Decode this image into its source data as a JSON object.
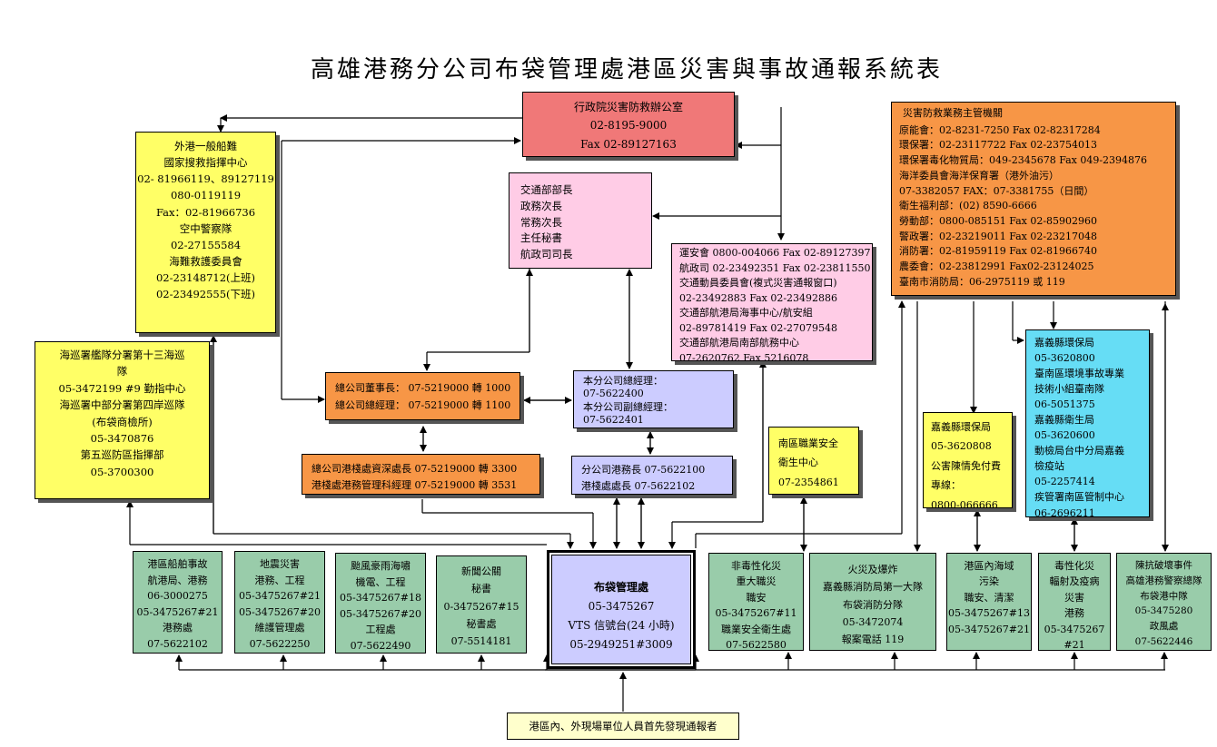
{
  "title": "高雄港務分公司布袋管理處港區災害與事故通報系統表",
  "exec": [
    "行政院災害防救辦公室",
    "02-8195-9000",
    "Fax 02-89127163"
  ],
  "motc_titles": [
    [
      "交",
      "通",
      "部",
      "部",
      "長"
    ],
    [
      "政",
      "務",
      "次",
      "長"
    ],
    [
      "常",
      "務",
      "次",
      "長"
    ],
    [
      "主",
      "任",
      "秘",
      "書"
    ],
    [
      "航",
      "政",
      "司",
      "司",
      "長"
    ]
  ],
  "rescue": [
    "外港一般船難",
    "國家搜救指揮中心",
    "02- 81966119、89127119",
    "080-0119119",
    "Fax：02-81966736",
    "空中警察隊",
    "02-27155584",
    "海難救護委員會",
    "02-23148712(上班)",
    "02-23492555(下班)"
  ],
  "coast": [
    "海巡署艦隊分署第十三海巡",
    "隊",
    "05-3472199 #9 勤指中心",
    "海巡署中部分署第四岸巡隊",
    "(布袋商檢所)",
    "05-3470876",
    "第五巡防區指揮部",
    "05-3700300"
  ],
  "agencies_header": [
    "災",
    "害",
    "防",
    "救",
    "業",
    "務",
    "主",
    "管",
    "機",
    "關"
  ],
  "agencies": [
    "原能會：02-8231-7250   Fax 02-82317284",
    "環保署：02-23117722   Fax 02-23754013",
    "環保署毒化物質局：049-2345678 Fax 049-2394876",
    "海洋委員會海洋保育署（港外油污）",
    "07-3382057        FAX：07-3381755（日間）",
    "衛生福利部：(02) 8590-6666",
    "勞動部：0800-085151        Fax 02-85902960",
    "警政署：02-23219011        Fax 02-23217048",
    "消防署：02-81959119        Fax 02-81966740",
    "農委會：02-23812991        Fax02-23124025",
    "臺南市消防局：06-2975119 或 119"
  ],
  "transport": [
    "運安會 0800-004066 Fax 02-89127397",
    "航政司 02-23492351 Fax 02-23811550",
    "交通動員委員會(複式災害通報窗口)",
    "02-23492883      Fax 02-23492886",
    "交通部航港局海事中心/航安組",
    "02-89781419   Fax 02-27079548",
    "交通部航港局南部航務中心",
    "  07-2620762   Fax 5216078"
  ],
  "hq": [
    "總公司董事長： 07-5219000 轉 1000",
    "總公司總經理： 07-5219000 轉 1100"
  ],
  "branch_gm": [
    "本分公司總經理：",
    "07-5622400",
    "本分公司副總經理：",
    "07-5622401"
  ],
  "hq_port": [
    "總公司港棧處資深處長     07-5219000 轉 3300",
    "港棧處港務管理科經理     07-5219000 轉 3531"
  ],
  "branch_port": [
    "分公司港務長 07-5622100",
    "港棧處處長 07-5622102"
  ],
  "occ": [
    "南區職業安全",
    "衛生中心",
    "07-2354861"
  ],
  "env_chiayi": [
    "嘉義縣環保局",
    "05-3620808",
    "公害陳情免付費",
    "專線：",
    "0800-066666"
  ],
  "env_list": [
    "嘉義縣環保局",
    "05-3620800",
    "臺南區環境事故專業",
    "技術小組臺南隊",
    "06-5051375",
    "嘉義縣衛生局",
    "05-3620600",
    "動檢局台中分局嘉義",
    "檢疫站",
    "05-2257414",
    "疾管署南區管制中心",
    "06-2696211"
  ],
  "bottom": {
    "ship": [
      "港區船舶事故",
      "航港局、港務",
      "06-3000275",
      "05-3475267#21",
      "港務處",
      "07-5622102"
    ],
    "quake": [
      "地震災害",
      "港務、工程",
      "05-3475267#21",
      "05-3475267#20",
      "維護管理處",
      "07-5622250"
    ],
    "typhoon": [
      "颱風豪雨海嘯",
      "機電、工程",
      "05-3475267#18",
      "05-3475267#20",
      "工程處",
      "07-5622490"
    ],
    "news": [
      "新聞公關",
      "秘書",
      "0-3475267#15",
      "秘書處",
      "07-5514181"
    ],
    "center": [
      "布袋管理處",
      "05-3475267",
      "VTS 信號台(24 小時)",
      "05-2949251#3009"
    ],
    "nontoxic": [
      "非毒性化災",
      "重大職災",
      "職安",
      "05-3475267#11",
      "職業安全衛生處",
      "07-5622580"
    ],
    "fire": [
      "火災及爆炸",
      "嘉義縣消防局第一大隊",
      "布袋消防分隊",
      "05-3472074",
      "報案電話 119"
    ],
    "water": [
      "港區內海域",
      "污染",
      "職安、清潔",
      "05-3475267#13",
      "05-3475267#21"
    ],
    "toxic": [
      "毒性化災",
      "輻射及疫病",
      "災害",
      "港務",
      "05-3475267",
      "#21"
    ],
    "terror": [
      "陳抗破壞事件",
      "高雄港務警察總隊",
      "布袋港中隊",
      "05-3475280",
      "政風處",
      "07-5622446"
    ]
  },
  "reporter": "港區內、外現場單位人員首先發現通報者"
}
